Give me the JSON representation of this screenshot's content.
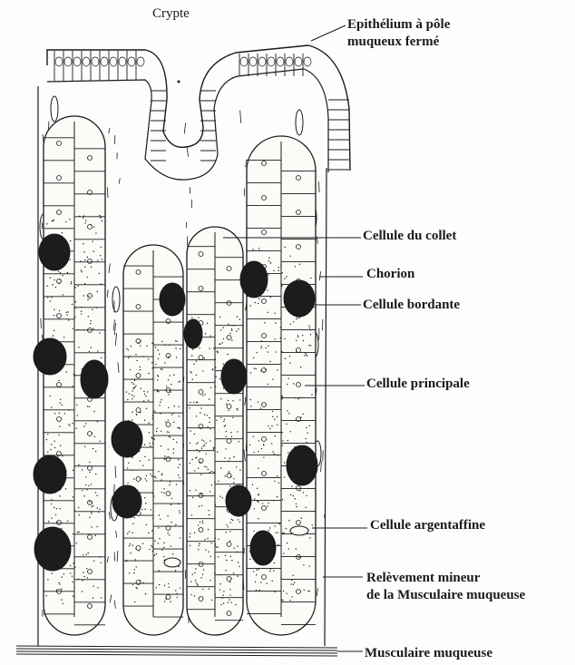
{
  "labels": {
    "crypte": "Crypte",
    "epithelium_line1": "Epithélium à pôle",
    "epithelium_line2": "muqueux fermé",
    "cellule_collet": "Cellule du collet",
    "chorion": "Chorion",
    "cellule_bordante": "Cellule bordante",
    "cellule_principale": "Cellule principale",
    "cellule_argentaffine": "Cellule argentaffine",
    "relevement_line1": "Relèvement mineur",
    "relevement_line2": "de la Musculaire muqueuse",
    "musculaire_muqueuse": "Musculaire muqueuse"
  },
  "colors": {
    "ink": "#1a1a1a",
    "paper": "#fdfdfb",
    "parietal_nucleus": "#1c1c1c"
  }
}
